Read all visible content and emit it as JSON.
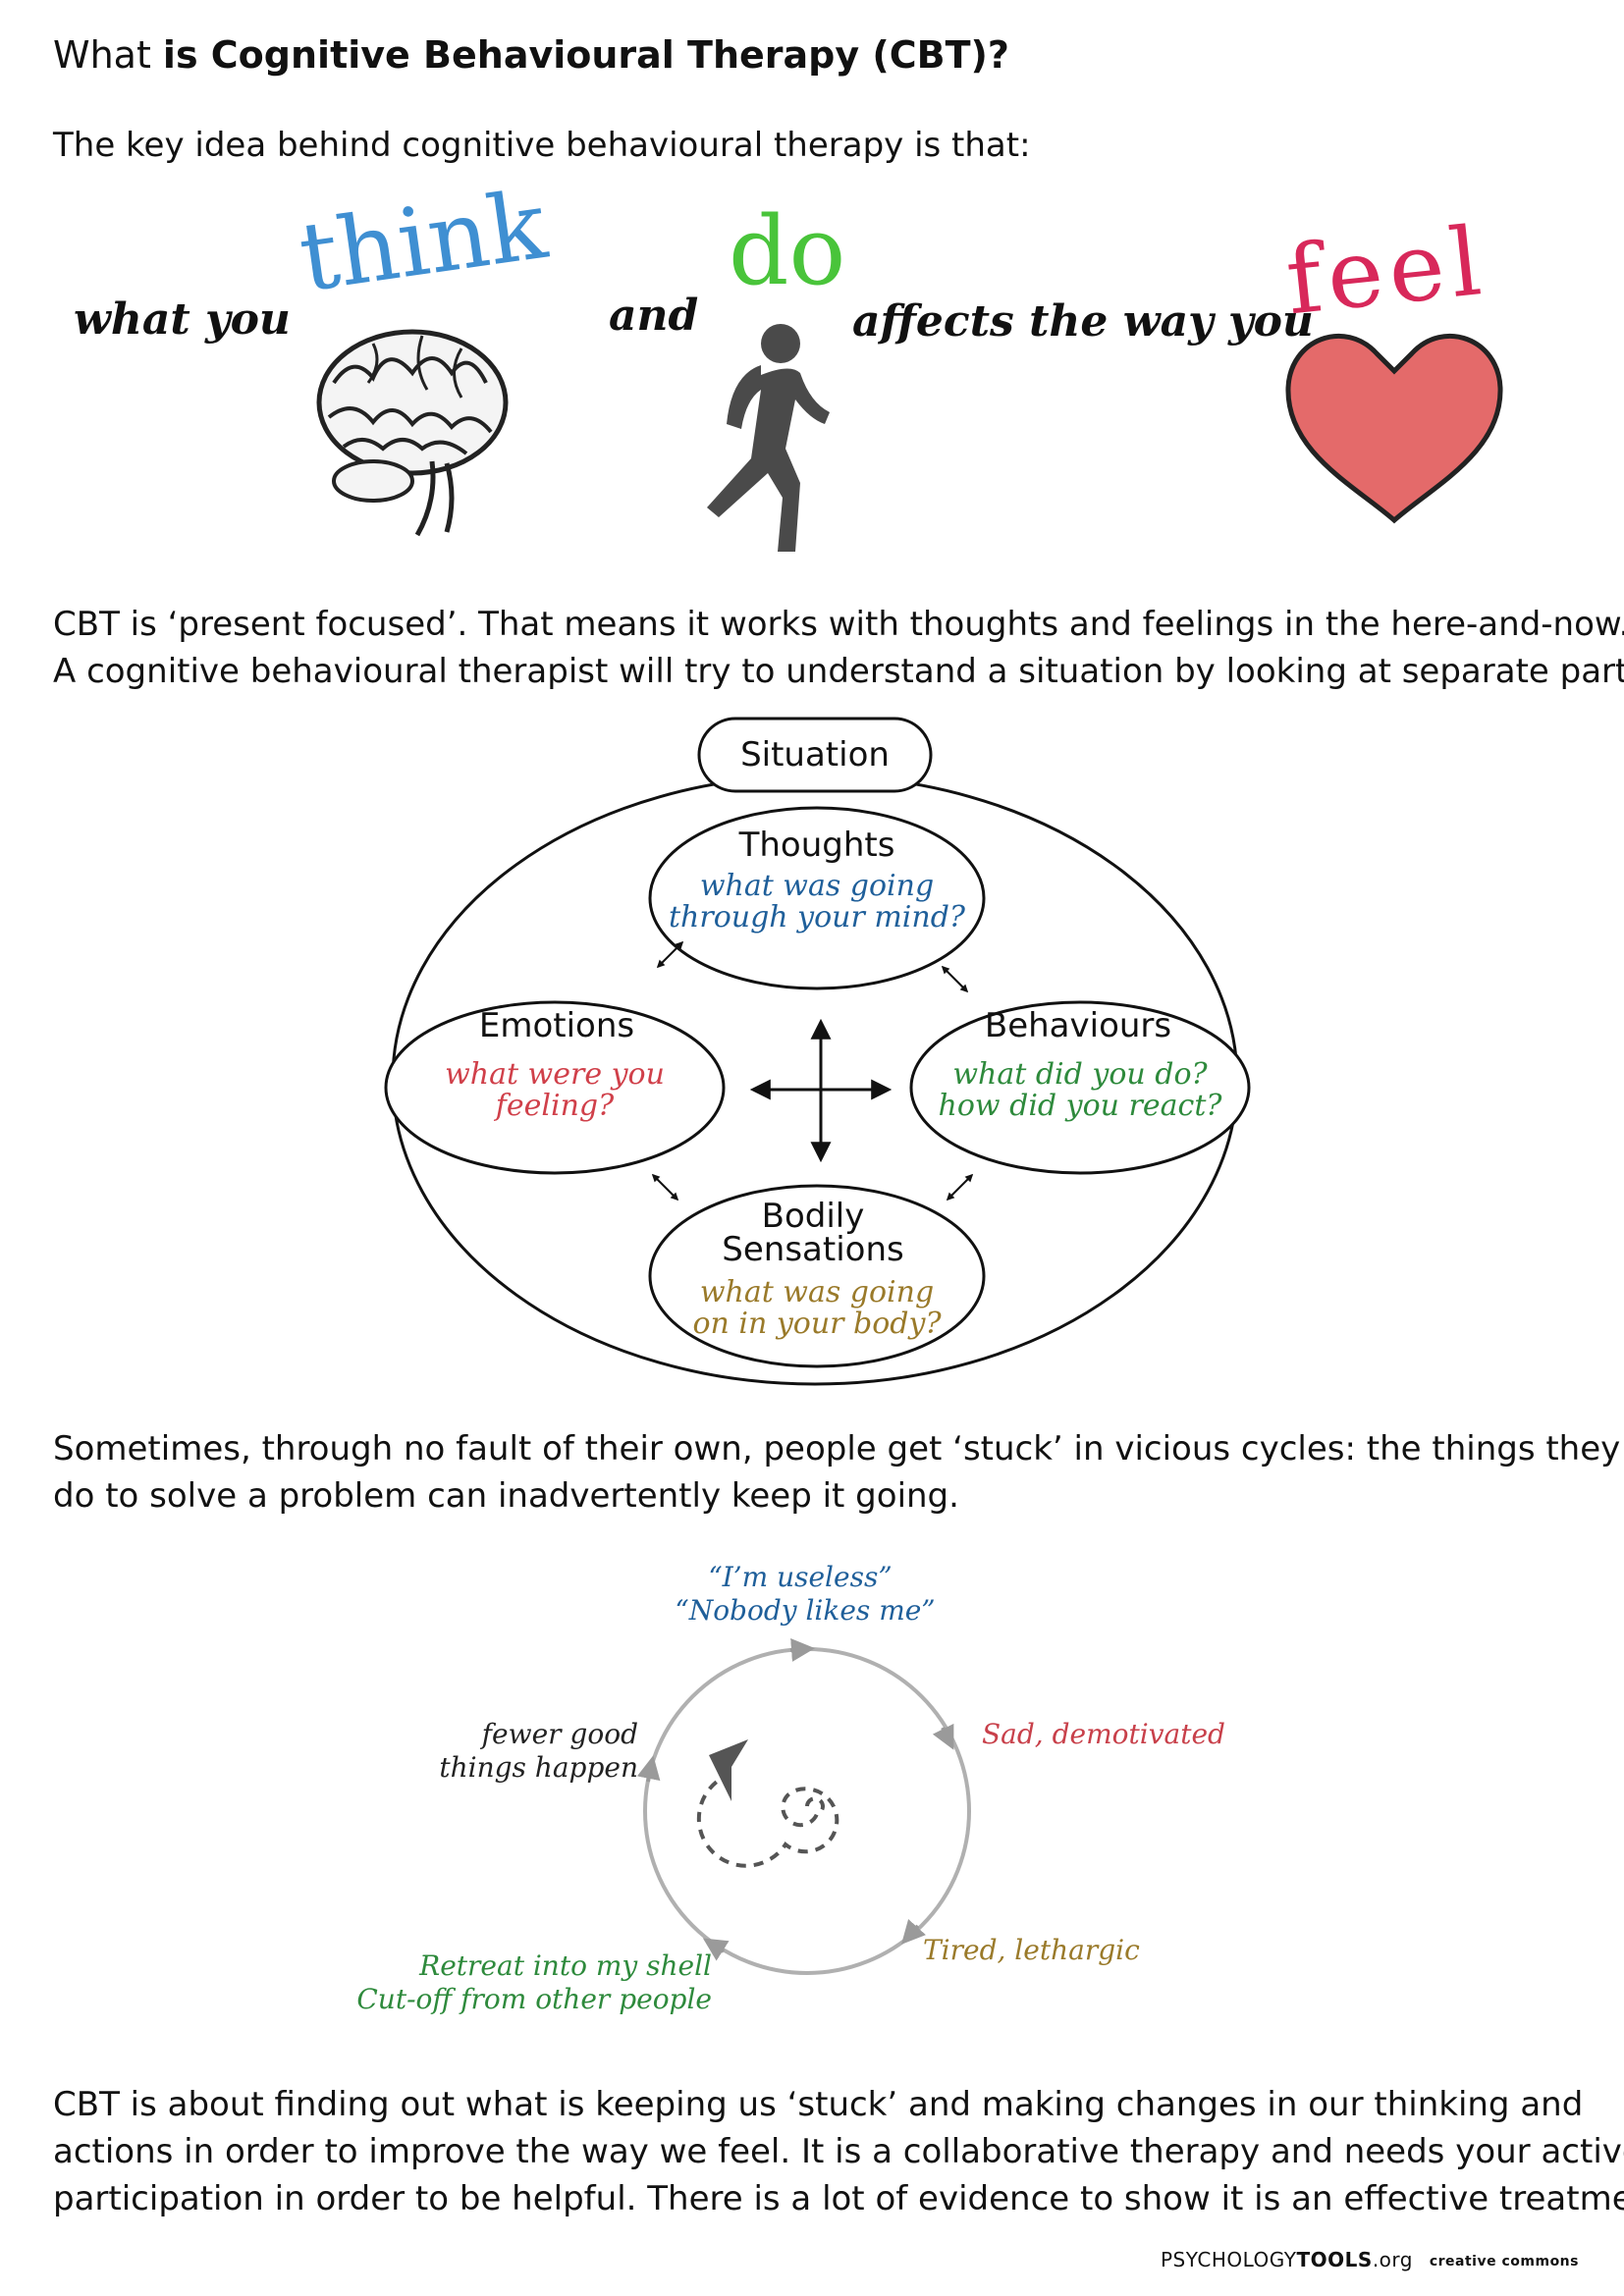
{
  "title": {
    "prefix": "What ",
    "bold": "is Cognitive Behavioural Therapy (CBT)?"
  },
  "intro": "The key idea behind cognitive behavioural therapy is that:",
  "key_idea": {
    "what_you": "what you",
    "think": "think",
    "and": "and",
    "do": "do",
    "affects": "affects the way you",
    "feel": "feel",
    "colors": {
      "think": "#3f8fd2",
      "do": "#49c43a",
      "feel": "#d8285a",
      "heart": "#e46a6a"
    },
    "icons": [
      "brain-icon",
      "runner-icon",
      "heart-icon"
    ]
  },
  "present_focused": {
    "line1": "CBT is ‘present focused’. That means it works with thoughts and feelings in the here-and-now.",
    "line2": "A cognitive behavioural therapist will try to understand a situation by looking at separate parts:"
  },
  "diagram": {
    "situation": "Situation",
    "thoughts": {
      "title": "Thoughts",
      "q1": "what was going",
      "q2": "through your mind?",
      "color": "#1f5f9a"
    },
    "emotions": {
      "title": "Emotions",
      "q1": "what were you",
      "q2": "feeling?",
      "color": "#d0404a"
    },
    "behaviours": {
      "title": "Behaviours",
      "q1": "what did you do?",
      "q2": "how did you react?",
      "color": "#2e8a3c"
    },
    "bodily": {
      "title1": "Bodily",
      "title2": "Sensations",
      "q1": "what was going",
      "q2": "on in your body?",
      "color": "#9a7a2a"
    }
  },
  "stuck": {
    "line1": "Sometimes, through no fault of their own,  people get ‘stuck’ in vicious cycles: the things they",
    "line2": "do to solve a problem can inadvertently keep it going."
  },
  "cycle": {
    "thought1": "“I’m useless”",
    "thought2": "“Nobody likes me”",
    "sad": "Sad, demotivated",
    "tired": "Tired, lethargic",
    "retreat1": "Retreat into my shell",
    "retreat2": "Cut-off from other people",
    "fewer1": "fewer good",
    "fewer2": "things happen",
    "colors": {
      "thought": "#1f5f9a",
      "sad": "#c8404a",
      "tired": "#9a7a2a",
      "retreat": "#2e8a3c",
      "fewer": "#222222"
    }
  },
  "conclusion": {
    "line1": "CBT is about finding out what is keeping us ‘stuck’ and making changes in our thinking and",
    "line2": "actions in order to improve the way we feel.  It is a collaborative therapy and needs your active",
    "line3": "participation in order to be helpful. There is a lot of evidence to show it is an effective treatment."
  },
  "footer": {
    "brand1": "PSYCHOLOGY",
    "brand2": "TOOLS",
    "brand3": ".org",
    "cc": "creative commons"
  }
}
